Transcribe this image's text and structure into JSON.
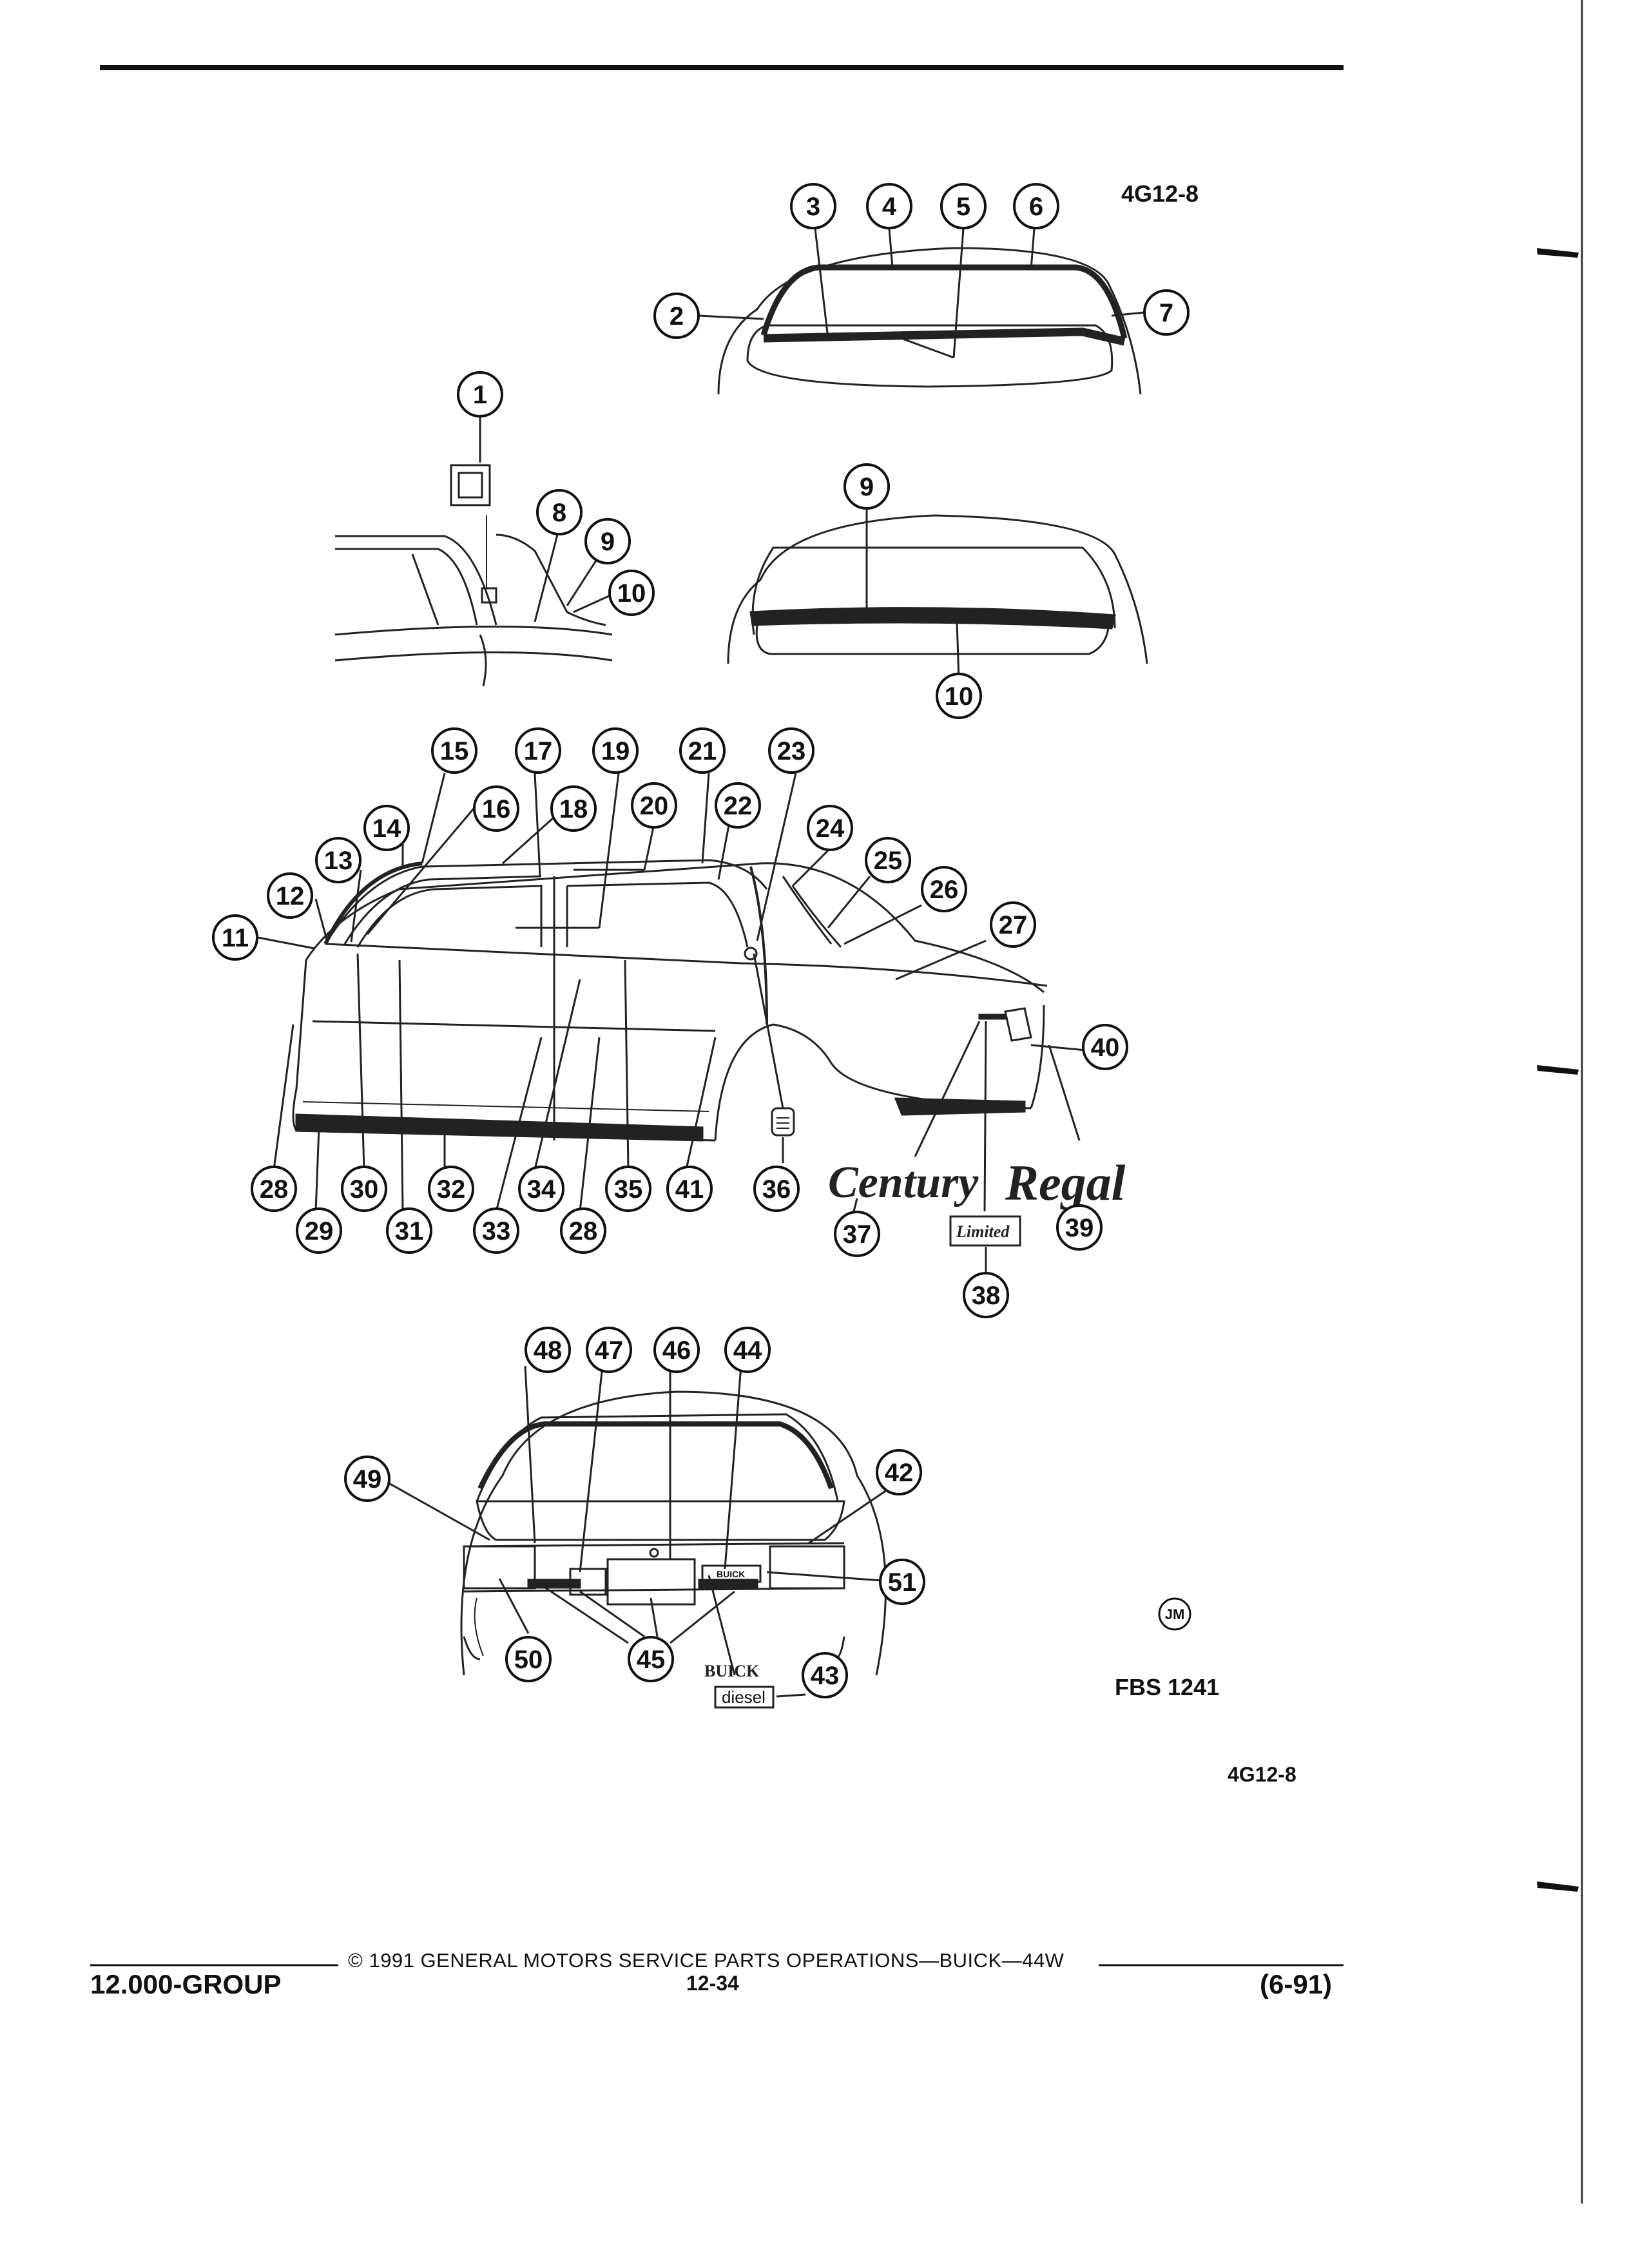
{
  "header": {
    "diagram_code_top": "4G12-8"
  },
  "diagram": {
    "callouts": [
      "1",
      "2",
      "3",
      "4",
      "5",
      "6",
      "7",
      "8",
      "9",
      "10",
      "11",
      "12",
      "13",
      "14",
      "15",
      "16",
      "17",
      "18",
      "19",
      "20",
      "21",
      "22",
      "23",
      "24",
      "25",
      "26",
      "27",
      "28",
      "29",
      "30",
      "31",
      "32",
      "33",
      "34",
      "35",
      "36",
      "37",
      "38",
      "39",
      "40",
      "41",
      "42",
      "43",
      "44",
      "45",
      "46",
      "47",
      "48",
      "49",
      "50",
      "51"
    ],
    "emblems": {
      "century": "Century",
      "regal": "Regal",
      "limited": "Limited",
      "buick_script": "BUICK",
      "diesel": "diesel",
      "plate_buick": "BUICK"
    }
  },
  "artist_mark": "JM",
  "figure_code": "FBS 1241",
  "diagram_code_bottom": "4G12-8",
  "footer": {
    "copyright": "© 1991 GENERAL MOTORS SERVICE PARTS OPERATIONS—BUICK—44W",
    "group": "12.000-GROUP",
    "page_number": "12-34",
    "date": "(6-91)"
  }
}
